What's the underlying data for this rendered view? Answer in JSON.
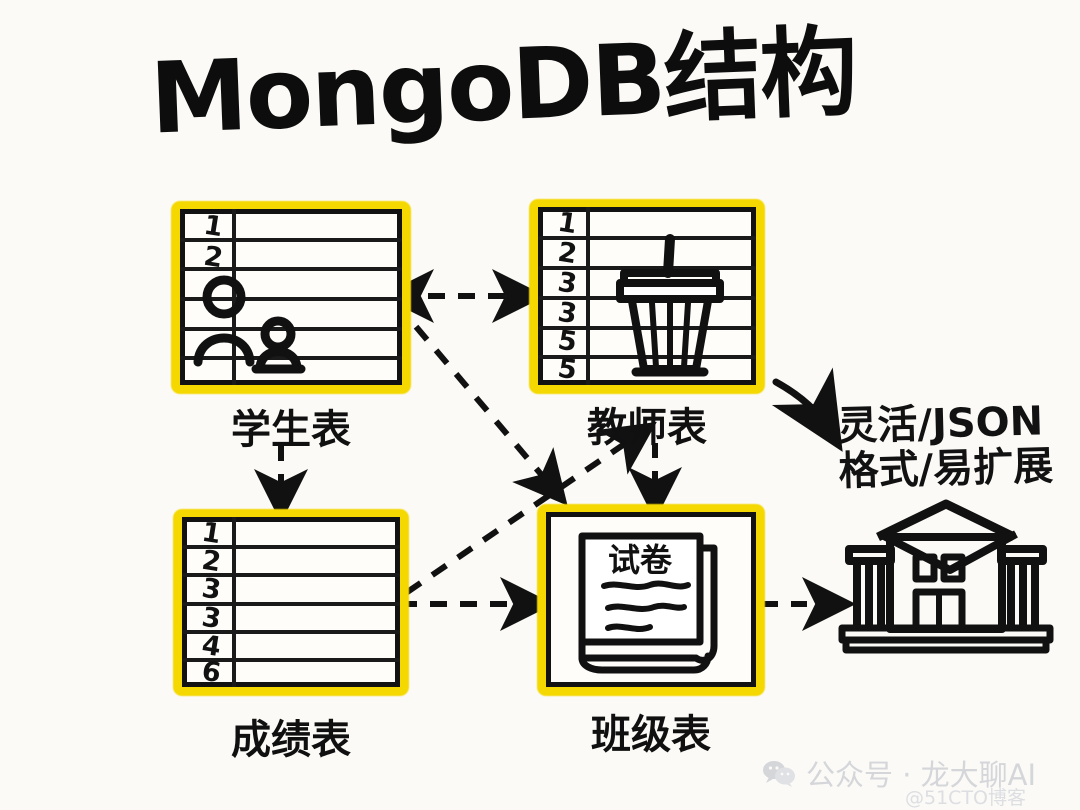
{
  "header": {
    "title": "MongoDB结构"
  },
  "diagram": {
    "kind": "hand-drawn-whiteboard-er-diagram",
    "entities": [
      {
        "id": "student",
        "caption": "学生表",
        "row_numbers": [
          "1",
          "2"
        ],
        "row_count": 6,
        "icon": "two-person-figures-icon",
        "highlight_color": "#f5d800"
      },
      {
        "id": "teacher",
        "caption": "教师表",
        "row_numbers": [
          "1",
          "2",
          "3",
          "3",
          "5",
          "5"
        ],
        "row_count": 6,
        "icon": "lectern-podium-icon",
        "highlight_color": "#f5d800"
      },
      {
        "id": "grade",
        "caption": "成绩表",
        "row_numbers": [
          "1",
          "2",
          "3",
          "3",
          "4",
          "6"
        ],
        "row_count": 6,
        "icon": "none",
        "highlight_color": "#f5d800"
      },
      {
        "id": "class",
        "caption": "班级表",
        "row_numbers": [],
        "row_count": 0,
        "icon": "exam-paper-scroll-icon",
        "icon_text": "试卷",
        "highlight_color": "#f5d800"
      }
    ],
    "standalone_icons": [
      {
        "id": "school",
        "icon": "school-building-icon"
      }
    ],
    "connections": [
      {
        "from": "student",
        "to": "teacher",
        "style": "dashed",
        "direction": "bidirectional",
        "path": "horizontal"
      },
      {
        "from": "student",
        "to": "grade",
        "style": "dashed",
        "direction": "forward",
        "path": "vertical"
      },
      {
        "from": "student",
        "to": "class",
        "style": "dashed",
        "direction": "forward",
        "path": "diagonal-down-right"
      },
      {
        "from": "teacher",
        "to": "class",
        "style": "dashed",
        "direction": "forward",
        "path": "vertical"
      },
      {
        "from": "grade",
        "to": "teacher",
        "style": "dashed",
        "direction": "forward",
        "path": "diagonal-up-right"
      },
      {
        "from": "grade",
        "to": "class",
        "style": "dashed",
        "direction": "forward",
        "path": "horizontal"
      },
      {
        "from": "class",
        "to": "school",
        "style": "dashed",
        "direction": "forward",
        "path": "horizontal"
      },
      {
        "from": "teacher",
        "to": "note",
        "style": "solid",
        "direction": "forward",
        "path": "curved-down-right"
      }
    ],
    "annotation": {
      "line1": "灵活/JSON",
      "line2": "格式/易扩展"
    }
  },
  "watermark": {
    "icon": "wechat-icon",
    "text": "公众号 · 龙大聊AI",
    "sub": "@51CTO博客"
  },
  "colors": {
    "paper": "#fbfaf7",
    "ink": "#121212",
    "highlight": "#f5d800",
    "watermark": "#d4d6da"
  }
}
